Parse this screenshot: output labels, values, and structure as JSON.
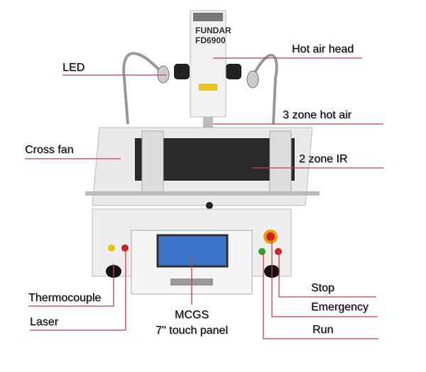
{
  "product": {
    "brand": "FUNDAR",
    "model": "FD6900"
  },
  "labels": {
    "hot_air_head": "Hot air head",
    "led": "LED",
    "three_zone_hot_air": "3 zone hot air",
    "cross_fan": "Cross fan",
    "two_zone_ir": "2 zone IR",
    "thermocouple": "Thermocouple",
    "laser": "Laser",
    "panel_line1": "MCGS",
    "panel_line2": "7\" touch panel",
    "stop": "Stop",
    "emergency": "Emergency",
    "run": "Run"
  },
  "colors": {
    "leader": "#d63a4a",
    "body": "#eeeeee",
    "screen": "#3a74c8"
  }
}
